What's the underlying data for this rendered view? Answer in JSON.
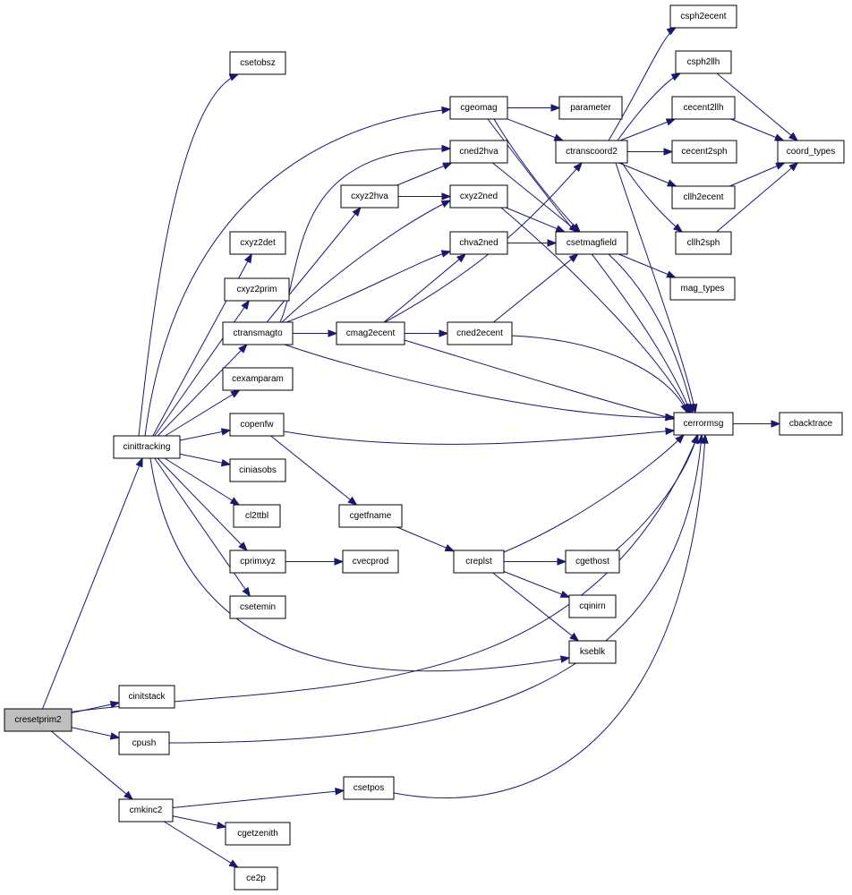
{
  "graph": {
    "root": "cresetprim2",
    "edge_color": "#191970",
    "root_fill": "#bfbfbf",
    "nodes": [
      {
        "id": "cresetprim2",
        "label": "cresetprim2"
      },
      {
        "id": "cinittracking",
        "label": "cinittracking"
      },
      {
        "id": "cinitstack",
        "label": "cinitstack"
      },
      {
        "id": "cpush",
        "label": "cpush"
      },
      {
        "id": "cmkinc2",
        "label": "cmkinc2"
      },
      {
        "id": "csetobsz",
        "label": "csetobsz"
      },
      {
        "id": "cxyz2det",
        "label": "cxyz2det"
      },
      {
        "id": "cxyz2prim",
        "label": "cxyz2prim"
      },
      {
        "id": "ctransmagto",
        "label": "ctransmagto"
      },
      {
        "id": "cexamparam",
        "label": "cexamparam"
      },
      {
        "id": "copenfw",
        "label": "copenfw"
      },
      {
        "id": "ciniasobs",
        "label": "ciniasobs"
      },
      {
        "id": "cl2ttbl",
        "label": "cl2ttbl"
      },
      {
        "id": "cprimxyz",
        "label": "cprimxyz"
      },
      {
        "id": "csetemin",
        "label": "csetemin"
      },
      {
        "id": "cgetzenith",
        "label": "cgetzenith"
      },
      {
        "id": "ce2p",
        "label": "ce2p"
      },
      {
        "id": "cxyz2hva",
        "label": "cxyz2hva"
      },
      {
        "id": "cmag2ecent",
        "label": "cmag2ecent"
      },
      {
        "id": "cgetfname",
        "label": "cgetfname"
      },
      {
        "id": "cvecprod",
        "label": "cvecprod"
      },
      {
        "id": "csetpos",
        "label": "csetpos"
      },
      {
        "id": "cgeomag",
        "label": "cgeomag"
      },
      {
        "id": "cned2hva",
        "label": "cned2hva"
      },
      {
        "id": "cxyz2ned",
        "label": "cxyz2ned"
      },
      {
        "id": "chva2ned",
        "label": "chva2ned"
      },
      {
        "id": "cned2ecent",
        "label": "cned2ecent"
      },
      {
        "id": "creplst",
        "label": "creplst"
      },
      {
        "id": "parameter",
        "label": "parameter"
      },
      {
        "id": "ctranscoord2",
        "label": "ctranscoord2"
      },
      {
        "id": "csetmagfield",
        "label": "csetmagfield"
      },
      {
        "id": "cgethost",
        "label": "cgethost"
      },
      {
        "id": "cqinirn",
        "label": "cqinirn"
      },
      {
        "id": "kseblk",
        "label": "kseblk"
      },
      {
        "id": "csph2ecent",
        "label": "csph2ecent"
      },
      {
        "id": "csph2llh",
        "label": "csph2llh"
      },
      {
        "id": "cecent2llh",
        "label": "cecent2llh"
      },
      {
        "id": "cecent2sph",
        "label": "cecent2sph"
      },
      {
        "id": "cllh2ecent",
        "label": "cllh2ecent"
      },
      {
        "id": "cllh2sph",
        "label": "cllh2sph"
      },
      {
        "id": "mag_types",
        "label": "mag_types"
      },
      {
        "id": "cerrormsg",
        "label": "cerrormsg"
      },
      {
        "id": "coord_types",
        "label": "coord_types"
      },
      {
        "id": "cbacktrace",
        "label": "cbacktrace"
      }
    ],
    "edges": [
      [
        "cresetprim2",
        "cinittracking"
      ],
      [
        "cresetprim2",
        "cinitstack"
      ],
      [
        "cresetprim2",
        "cpush"
      ],
      [
        "cresetprim2",
        "cmkinc2"
      ],
      [
        "cresetprim2",
        "cerrormsg"
      ],
      [
        "cinittracking",
        "csetobsz"
      ],
      [
        "cinittracking",
        "cgeomag"
      ],
      [
        "cinittracking",
        "cxyz2det"
      ],
      [
        "cinittracking",
        "cxyz2prim"
      ],
      [
        "cinittracking",
        "ctransmagto"
      ],
      [
        "cinittracking",
        "cexamparam"
      ],
      [
        "cinittracking",
        "copenfw"
      ],
      [
        "cinittracking",
        "ciniasobs"
      ],
      [
        "cinittracking",
        "cl2ttbl"
      ],
      [
        "cinittracking",
        "cprimxyz"
      ],
      [
        "cinittracking",
        "csetemin"
      ],
      [
        "cinittracking",
        "kseblk"
      ],
      [
        "cpush",
        "cerrormsg"
      ],
      [
        "cmkinc2",
        "csetpos"
      ],
      [
        "cmkinc2",
        "cgetzenith"
      ],
      [
        "cmkinc2",
        "ce2p"
      ],
      [
        "ctransmagto",
        "cxyz2hva"
      ],
      [
        "ctransmagto",
        "cned2hva"
      ],
      [
        "ctransmagto",
        "cxyz2ned"
      ],
      [
        "ctransmagto",
        "chva2ned"
      ],
      [
        "ctransmagto",
        "cmag2ecent"
      ],
      [
        "ctransmagto",
        "cerrormsg"
      ],
      [
        "copenfw",
        "cgetfname"
      ],
      [
        "copenfw",
        "cerrormsg"
      ],
      [
        "cprimxyz",
        "cvecprod"
      ],
      [
        "cxyz2hva",
        "cned2hva"
      ],
      [
        "cxyz2hva",
        "cxyz2ned"
      ],
      [
        "cmag2ecent",
        "chva2ned"
      ],
      [
        "cmag2ecent",
        "cned2ecent"
      ],
      [
        "cmag2ecent",
        "ctranscoord2"
      ],
      [
        "cmag2ecent",
        "cerrormsg"
      ],
      [
        "cgetfname",
        "creplst"
      ],
      [
        "csetpos",
        "cerrormsg"
      ],
      [
        "cgeomag",
        "parameter"
      ],
      [
        "cgeomag",
        "ctranscoord2"
      ],
      [
        "cgeomag",
        "csetmagfield"
      ],
      [
        "cgeomag",
        "cerrormsg"
      ],
      [
        "cned2hva",
        "csetmagfield"
      ],
      [
        "cxyz2ned",
        "csetmagfield"
      ],
      [
        "cxyz2ned",
        "cerrormsg"
      ],
      [
        "chva2ned",
        "csetmagfield"
      ],
      [
        "cned2ecent",
        "csetmagfield"
      ],
      [
        "cned2ecent",
        "cerrormsg"
      ],
      [
        "creplst",
        "cgethost"
      ],
      [
        "creplst",
        "cqinirn"
      ],
      [
        "creplst",
        "kseblk"
      ],
      [
        "creplst",
        "cerrormsg"
      ],
      [
        "ctranscoord2",
        "csph2ecent"
      ],
      [
        "ctranscoord2",
        "csph2llh"
      ],
      [
        "ctranscoord2",
        "cecent2llh"
      ],
      [
        "ctranscoord2",
        "cecent2sph"
      ],
      [
        "ctranscoord2",
        "cllh2ecent"
      ],
      [
        "ctranscoord2",
        "cllh2sph"
      ],
      [
        "ctranscoord2",
        "cerrormsg"
      ],
      [
        "csetmagfield",
        "mag_types"
      ],
      [
        "csetmagfield",
        "cerrormsg"
      ],
      [
        "cgethost",
        "cerrormsg"
      ],
      [
        "csph2llh",
        "coord_types"
      ],
      [
        "cecent2llh",
        "coord_types"
      ],
      [
        "cllh2ecent",
        "coord_types"
      ],
      [
        "cllh2sph",
        "coord_types"
      ],
      [
        "cerrormsg",
        "cbacktrace"
      ]
    ]
  }
}
